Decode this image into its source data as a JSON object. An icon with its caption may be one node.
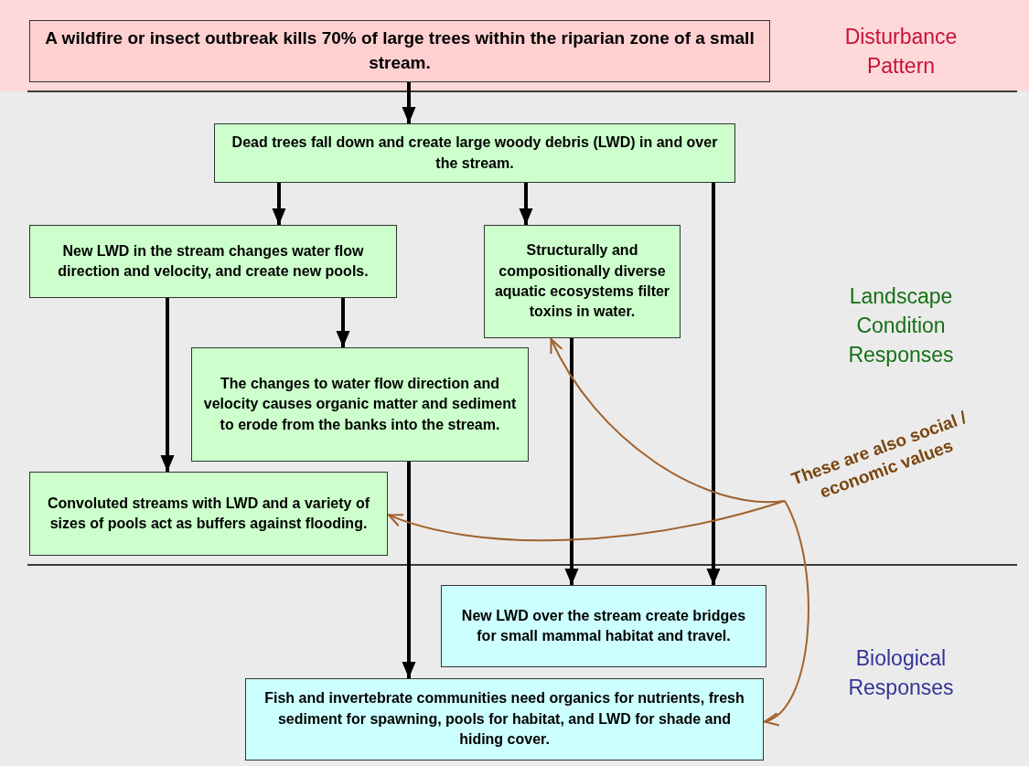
{
  "diagram": {
    "nodes": [
      {
        "text": [
          "Disturbance Pattern"
        ]
      },
      {
        "text": [
          "A wildfire or insect outbreak kills 70% of large trees within the riparian zone of a small stream."
        ],
        "in": 0
      },
      {
        "text": [
          "Landscape Condition Responses"
        ]
      },
      {
        "text": [
          "Dead trees fall down and create large woody debris (LWD) in and over the stream."
        ],
        "in": 2
      },
      {
        "text": [
          "New LWD in the stream changes water flow direction and velocity, and create new pools."
        ],
        "in": 2
      },
      {
        "text": [
          "Structurally and compositionally diverse aquatic ecosystems filter toxins in water."
        ],
        "in": 2
      },
      {
        "text": [
          "The changes to water flow direction and velocity causes organic matter and sediment to erode from the banks into the stream."
        ],
        "in": 2
      },
      {
        "text": [
          "Convoluted streams with LWD and a variety of sizes of pools act as buffers against flooding."
        ],
        "in": 2
      },
      {
        "text": [
          "These are also social / economic values"
        ],
        "in": 2
      },
      {
        "text": [
          "Biological Responses"
        ]
      },
      {
        "text": [
          "New LWD over the stream create bridges for small mammal habitat and travel."
        ],
        "in": 9
      },
      {
        "text": [
          "Fish and invertebrate communities need organics for nutrients, fresh sediment for spawning, pools for habitat, and LWD for shade and hiding cover."
        ],
        "in": 9
      }
    ],
    "edges": [
      {
        "from": 1,
        "to": 3,
        "arrow": "to"
      },
      {
        "from": 3,
        "to": 4,
        "arrow": "to"
      },
      {
        "from": 3,
        "to": 5,
        "arrow": "to"
      },
      {
        "from": 3,
        "to": 10,
        "arrow": "to"
      },
      {
        "from": 4,
        "to": 6,
        "arrow": "to"
      },
      {
        "from": 4,
        "to": 7,
        "arrow": "to"
      },
      {
        "from": 5,
        "to": 10,
        "arrow": "to"
      },
      {
        "from": 6,
        "to": 11,
        "arrow": "to"
      },
      {
        "from": 8,
        "to": 5,
        "arrow": "to",
        "color": "#a0622d"
      },
      {
        "from": 8,
        "to": 7,
        "arrow": "to",
        "color": "#a0622d"
      },
      {
        "from": 8,
        "to": 11,
        "arrow": "to",
        "color": "#a0622d"
      }
    ]
  }
}
